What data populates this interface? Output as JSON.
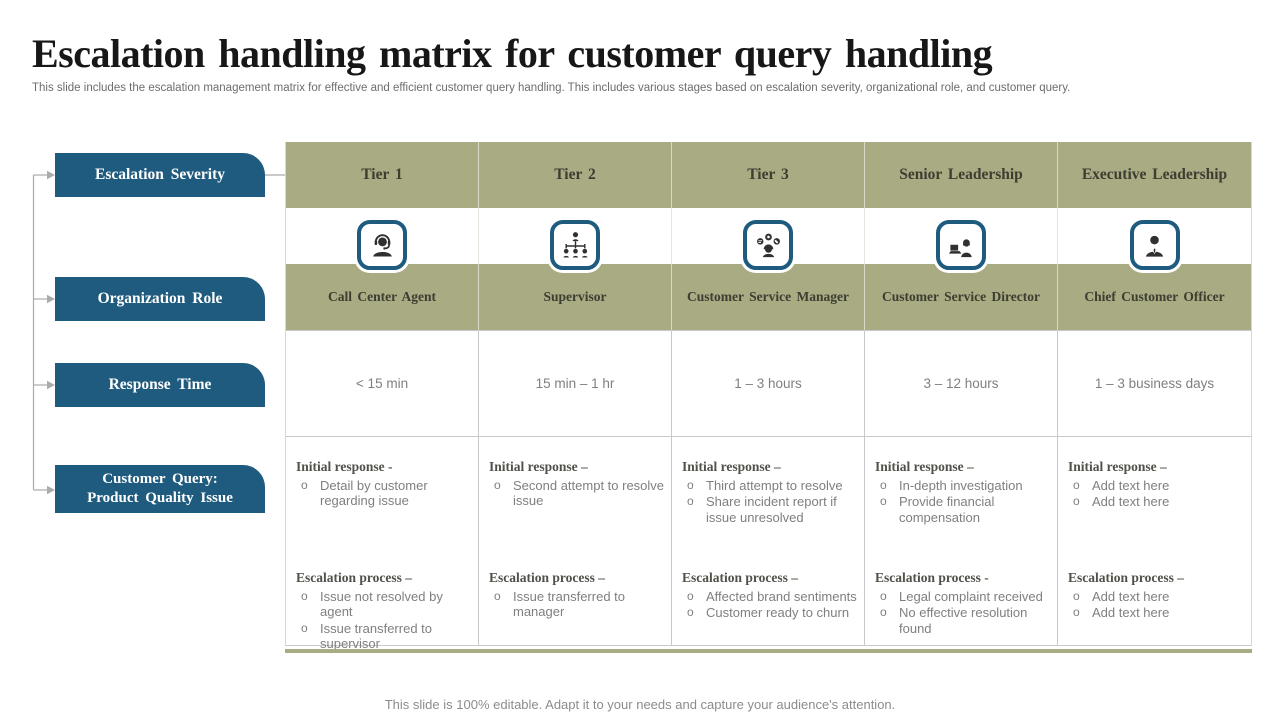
{
  "slide": {
    "title": "Escalation handling matrix for customer query handling",
    "subtitle": "This slide includes the escalation management matrix for effective  and efficient customer query handling. This includes various stages based on escalation severity, organizational role, and customer query.",
    "footer": "This slide is 100% editable. Adapt it to your needs and capture your audience's attention."
  },
  "colors": {
    "accent_blue": "#1F5B7E",
    "accent_green": "#A9AB83",
    "grid_gray": "#C9C9C9",
    "body_text_gray": "#7F7F7F"
  },
  "row_labels": [
    {
      "label": "Escalation Severity"
    },
    {
      "label": "Organization  Role"
    },
    {
      "label": "Response Time"
    },
    {
      "label": "Customer Query:\nProduct  Quality  Issue"
    }
  ],
  "columns": [
    {
      "tier": "Tier 1",
      "icon": "call-center-agent-icon",
      "role": "Call Center Agent",
      "response_time": "< 15 min",
      "initial_response": {
        "heading": "Initial response -",
        "items": [
          "Detail by customer regarding issue"
        ]
      },
      "escalation_process": {
        "heading": "Escalation process –",
        "items": [
          "Issue not resolved by agent",
          "Issue transferred to supervisor"
        ]
      }
    },
    {
      "tier": "Tier 2",
      "icon": "supervisor-hierarchy-icon",
      "role": "Supervisor",
      "response_time": "15 min – 1 hr",
      "initial_response": {
        "heading": "Initial response –",
        "items": [
          "Second attempt to resolve issue"
        ]
      },
      "escalation_process": {
        "heading": "Escalation process –",
        "items": [
          "Issue transferred to manager"
        ]
      }
    },
    {
      "tier": "Tier 3",
      "icon": "customer-service-manager-icon",
      "role": "Customer  Service Manager",
      "response_time": "1 – 3 hours",
      "initial_response": {
        "heading": "Initial response –",
        "items": [
          "Third attempt to resolve",
          "Share incident report if issue unresolved"
        ]
      },
      "escalation_process": {
        "heading": "Escalation process –",
        "items": [
          "Affected brand sentiments",
          "Customer ready to churn"
        ]
      }
    },
    {
      "tier": "Senior Leadership",
      "icon": "customer-service-director-icon",
      "role": "Customer  Service Director",
      "response_time": "3 – 12 hours",
      "initial_response": {
        "heading": "Initial response –",
        "items": [
          "In-depth investigation",
          "Provide financial compensation"
        ]
      },
      "escalation_process": {
        "heading": "Escalation process -",
        "items": [
          "Legal complaint received",
          "No effective resolution found"
        ]
      }
    },
    {
      "tier": "Executive Leadership",
      "icon": "chief-customer-officer-icon",
      "role": "Chief Customer  Officer",
      "response_time": "1 – 3 business days",
      "initial_response": {
        "heading": "Initial response –",
        "items": [
          "Add text here",
          "Add text here"
        ]
      },
      "escalation_process": {
        "heading": "Escalation process –",
        "items": [
          "Add text here",
          "Add text here"
        ]
      }
    }
  ]
}
